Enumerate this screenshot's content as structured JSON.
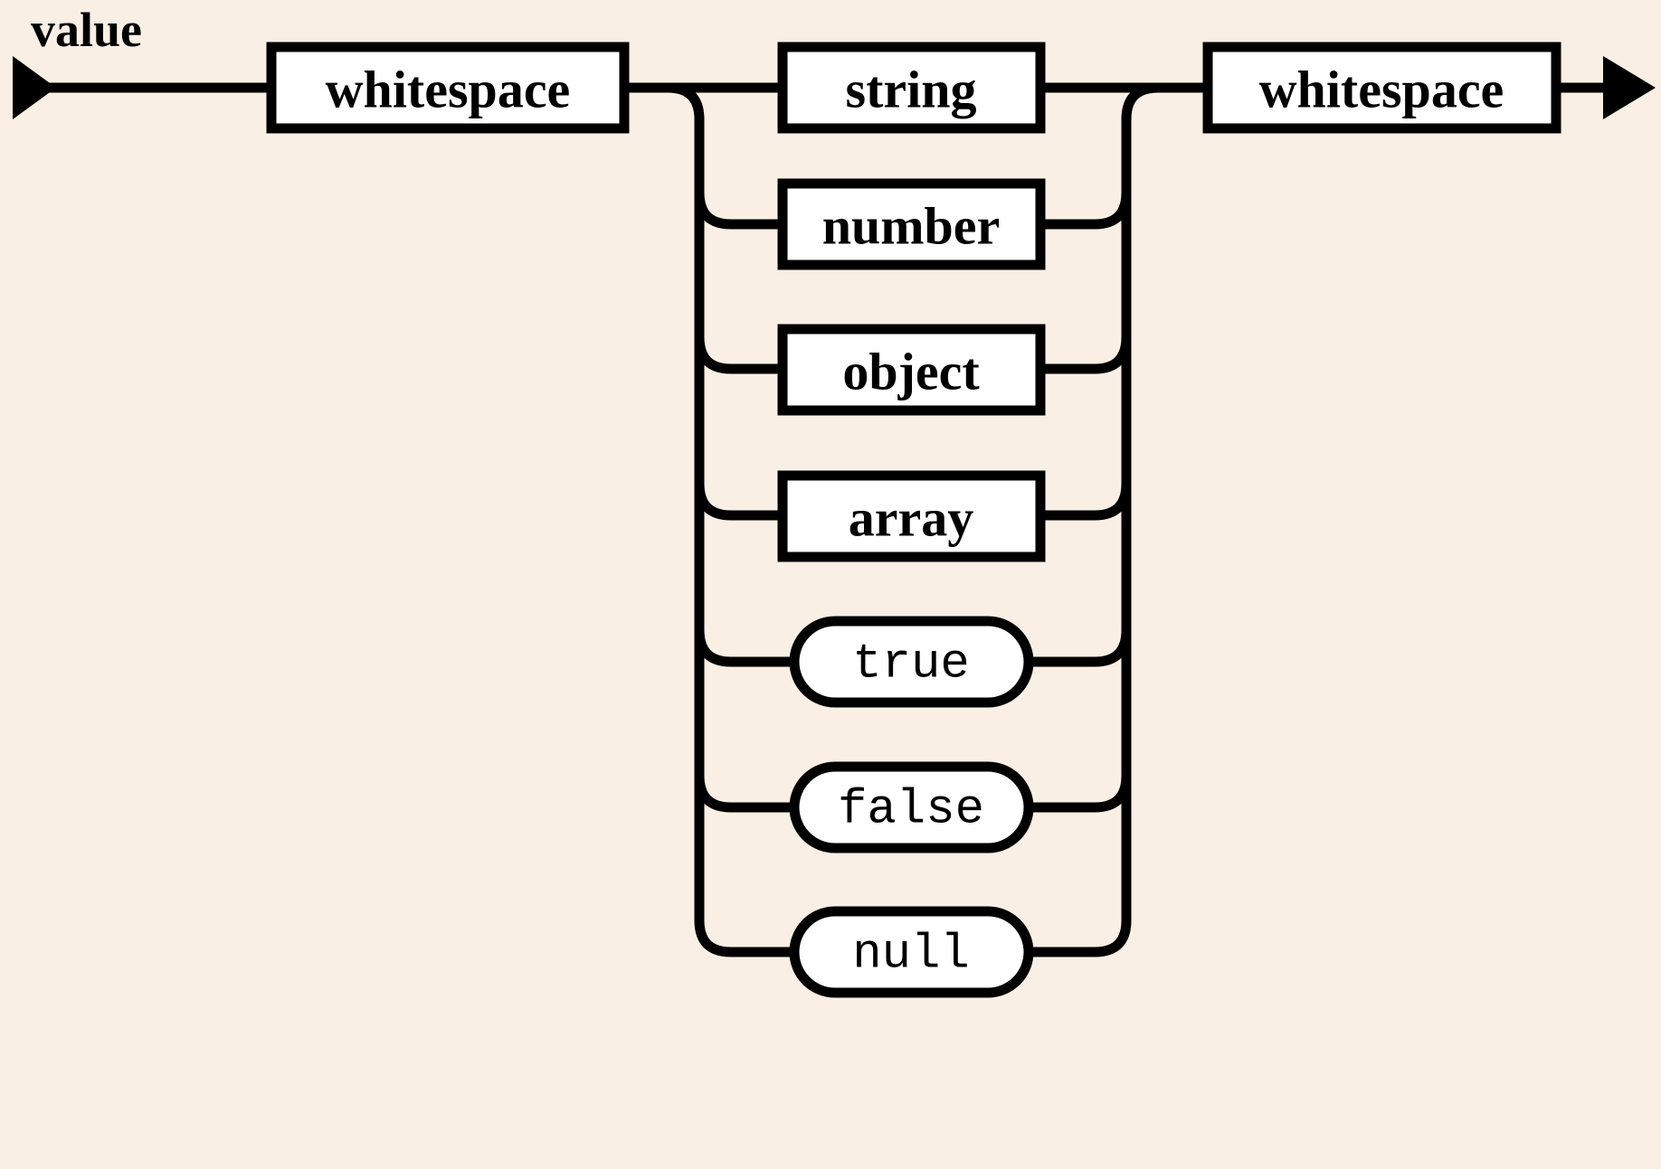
{
  "diagram": {
    "name": "value",
    "kind": "railroad-syntax-diagram",
    "background_color": "#faefe5",
    "line_color": "#000000",
    "box_fill_color": "#ffffff",
    "title": "value",
    "entry_arrow": "triangle-right",
    "exit_arrow": "arrow-right",
    "prefix": {
      "label": "whitespace",
      "type": "nonterminal"
    },
    "suffix": {
      "label": "whitespace",
      "type": "nonterminal"
    },
    "alternatives": [
      {
        "label": "string",
        "type": "nonterminal",
        "shape": "rect"
      },
      {
        "label": "number",
        "type": "nonterminal",
        "shape": "rect"
      },
      {
        "label": "object",
        "type": "nonterminal",
        "shape": "rect"
      },
      {
        "label": "array",
        "type": "nonterminal",
        "shape": "rect"
      },
      {
        "label": "true",
        "type": "terminal",
        "shape": "stadium"
      },
      {
        "label": "false",
        "type": "terminal",
        "shape": "stadium"
      },
      {
        "label": "null",
        "type": "terminal",
        "shape": "stadium"
      }
    ]
  }
}
